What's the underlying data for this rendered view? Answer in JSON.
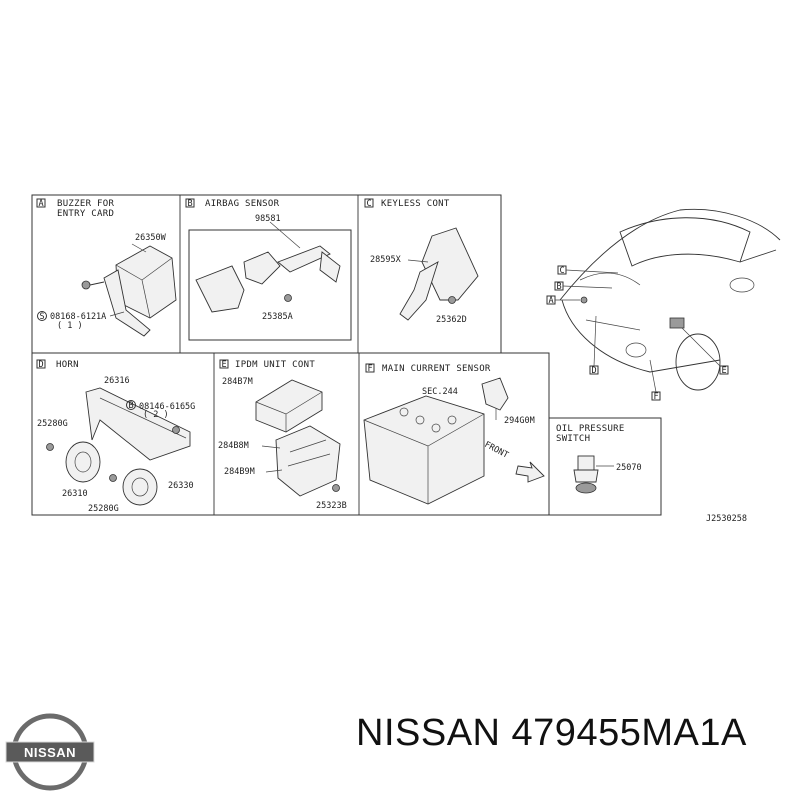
{
  "diagram_code": "J2530258",
  "caption": "NISSAN 479455MA1A",
  "brand_logo_text": "NISSAN",
  "panels": {
    "A": {
      "letter": "A",
      "title1": "BUZZER FOR",
      "title2": "ENTRY CARD",
      "parts": [
        "26350W",
        "08168-6121A",
        "( 1 )",
        "S"
      ]
    },
    "B": {
      "letter": "B",
      "title": "AIRBAG SENSOR",
      "parts": [
        "98581",
        "25385A"
      ]
    },
    "C": {
      "letter": "C",
      "title": "KEYLESS CONT",
      "parts": [
        "28595X",
        "25362D"
      ]
    },
    "D": {
      "letter": "D",
      "title": "HORN",
      "parts": [
        "26316",
        "08146-6165G",
        "( 2 )",
        "B",
        "25280G",
        "26310",
        "26330",
        "25280G"
      ]
    },
    "E": {
      "letter": "E",
      "title": "IPDM  UNIT CONT",
      "parts": [
        "284B7M",
        "284B8M",
        "284B9M",
        "25323B"
      ]
    },
    "F": {
      "letter": "F",
      "title": "MAIN CURRENT SENSOR",
      "parts": [
        "SEC.244",
        "294G0M",
        "FRONT"
      ]
    },
    "G": {
      "title1": "OIL PRESSURE",
      "title2": "SWITCH",
      "parts": [
        "25070"
      ]
    }
  },
  "car_callouts": [
    "C",
    "B",
    "A",
    "D",
    "E",
    "F"
  ]
}
